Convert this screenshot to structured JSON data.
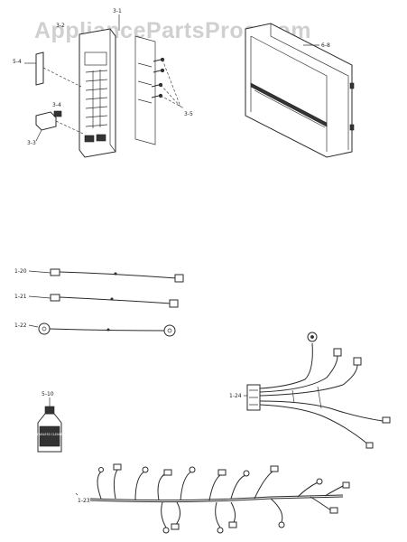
{
  "watermark": "AppliancePartsPros.com",
  "callouts": {
    "control_panel": "3-1",
    "control_panel_upper": "3-2",
    "nameplate": "5-4",
    "switch_knob": "3-4",
    "switch_base": "3-3",
    "mount_screws": "3-5",
    "door_panel": "6-8",
    "cord_a": "1-20",
    "cord_b": "1-21",
    "cord_c": "1-22",
    "harness_right": "1-24",
    "cleaner_bottle": "5-10",
    "harness_main": "1-23"
  },
  "bottle_text": "STAINLESS CLEANER"
}
